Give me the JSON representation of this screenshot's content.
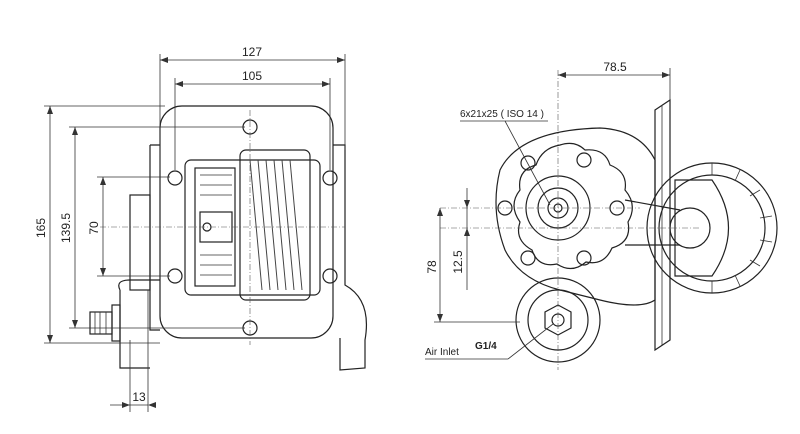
{
  "dimensions": {
    "width_outer": "127",
    "width_inner": "105",
    "height_total": "165",
    "height_mid": "139.5",
    "height_small": "70",
    "offset_bottom": "13",
    "right_offset": "78.5",
    "right_height": "78",
    "right_small": "12.5"
  },
  "labels": {
    "spline": "6x21x25 ( ISO 14 )",
    "air_inlet": "Air Inlet",
    "thread": "G1/4"
  }
}
